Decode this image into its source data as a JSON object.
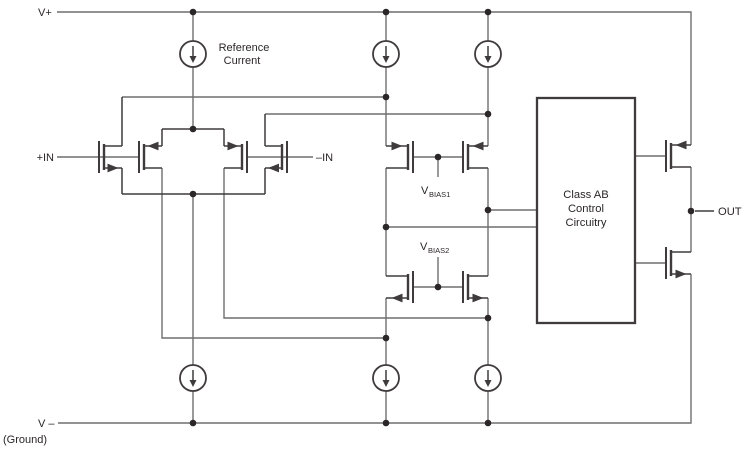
{
  "power_rails": {
    "positive_label": "V+",
    "negative_label": "V –",
    "negative_note": "(Ground)"
  },
  "reference_current": {
    "line1": "Reference",
    "line2": "Current"
  },
  "inputs": {
    "noninverting": "+IN",
    "inverting": "–IN"
  },
  "bias": {
    "vbias1": {
      "main": "V",
      "sub": "BIAS1"
    },
    "vbias2": {
      "main": "V",
      "sub": "BIAS2"
    }
  },
  "class_ab_box": {
    "line1": "Class AB",
    "line2": "Control",
    "line3": "Circuitry"
  },
  "output": {
    "label": "OUT"
  },
  "components": {
    "current_sources": 6,
    "mosfets": 10,
    "sections": [
      "input-differential-pairs",
      "cascode-bias",
      "class-ab-control",
      "output-stage"
    ]
  },
  "colors": {
    "wire": "#6f6f6f",
    "symbol": "#3f3b3c",
    "text": "#2b2627",
    "background": "#ffffff"
  }
}
